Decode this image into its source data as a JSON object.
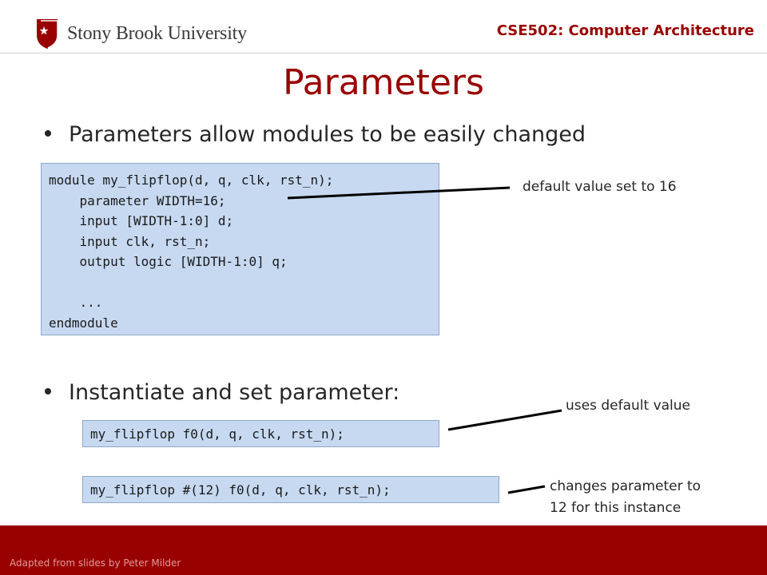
{
  "header": {
    "university": "Stony Brook University",
    "course": "CSE502: Computer Architecture"
  },
  "slide": {
    "title": "Parameters",
    "bullets": [
      "Parameters allow modules to be easily changed",
      "Instantiate and set parameter:"
    ],
    "code_main": [
      "module my_flipflop(d, q, clk, rst_n);",
      "    parameter WIDTH=16;",
      "    input [WIDTH-1:0] d;",
      "    input clk, rst_n;",
      "    output logic [WIDTH-1:0] q;",
      "",
      "    ...",
      "endmodule"
    ],
    "code_inst_default": "my_flipflop f0(d, q, clk, rst_n);",
    "code_inst_param": "my_flipflop #(12) f0(d, q, clk, rst_n);",
    "annotations": {
      "default_value": "default value set to 16",
      "uses_default": "uses default value",
      "changes_param_line1": "changes parameter to",
      "changes_param_line2": "12 for this instance"
    }
  },
  "footer": {
    "credit": "Adapted from slides by Peter Milder"
  },
  "colors": {
    "brand_red": "#990000",
    "code_bg": "#c6d9f1"
  }
}
